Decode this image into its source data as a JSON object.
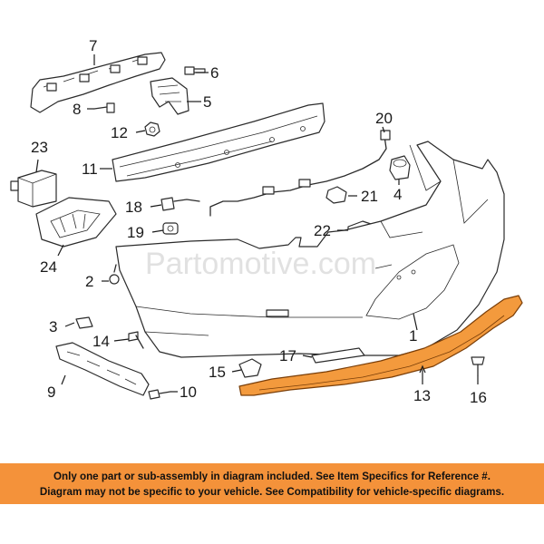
{
  "watermark": "Partomotive.com",
  "highlight_color": "#f39a3d",
  "notice_color": "#f4923a",
  "callouts": [
    "1",
    "2",
    "3",
    "4",
    "5",
    "6",
    "7",
    "8",
    "9",
    "10",
    "11",
    "12",
    "13",
    "14",
    "15",
    "16",
    "17",
    "18",
    "19",
    "20",
    "21",
    "22",
    "23",
    "24"
  ],
  "notice": {
    "line1": "Only one part or sub-assembly in diagram included. See Item Specifics for Reference #.",
    "line2": "Diagram may not be specific to your vehicle. See Compatibility for vehicle-specific diagrams."
  }
}
